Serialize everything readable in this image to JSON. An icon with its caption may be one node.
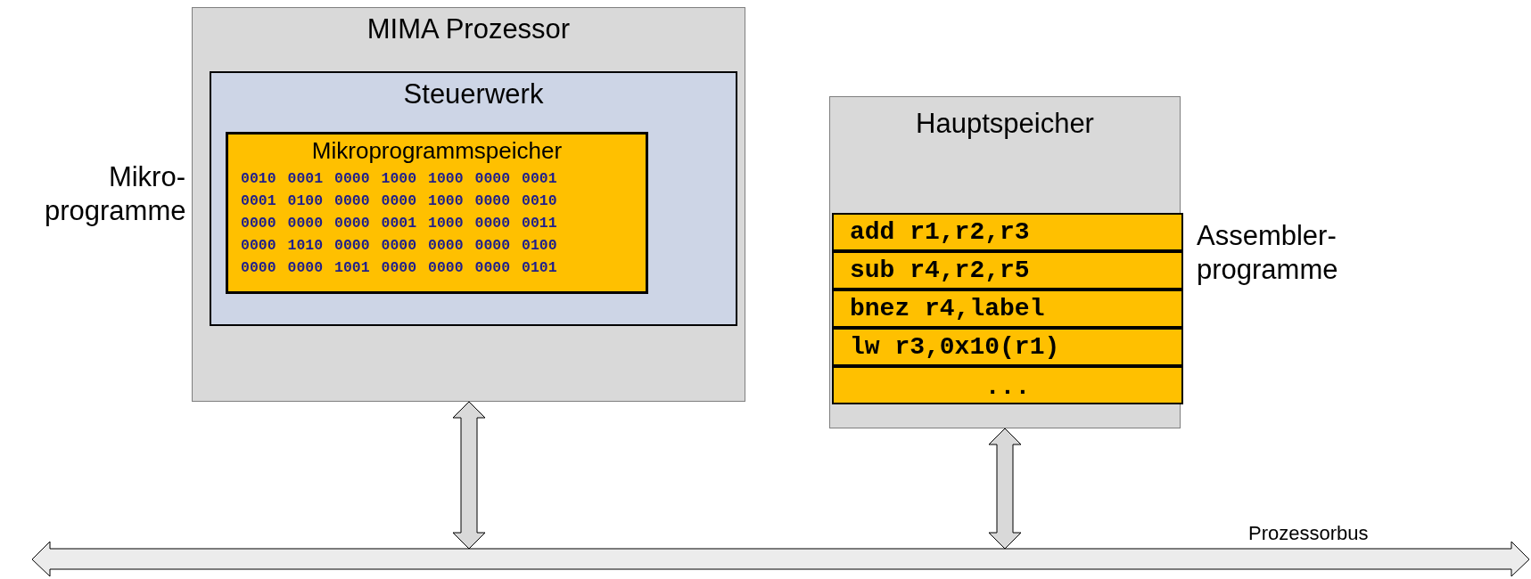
{
  "diagram": {
    "nodes": [
      {
        "text": [
          "MIMA Prozessor"
        ]
      },
      {
        "text": [
          "Steuerwerk"
        ],
        "in": 0
      },
      {
        "text": [
          "Mikroprogrammspeicher",
          "0010 0001 0000 1000 1000 0000 0001",
          "0001 0100 0000 0000 1000 0000 0010",
          "0000 0000 0000 0001 1000 0000 0011",
          "0000 1010 0000 0000 0000 0000 0100",
          "0000 0000 1001 0000 0000 0000 0101"
        ],
        "in": 1
      },
      {
        "text": [
          "Hauptspeicher"
        ]
      },
      {
        "text": [
          "add r1,r2,r3"
        ],
        "in": 3
      },
      {
        "text": [
          "sub r4,r2,r5"
        ],
        "in": 3
      },
      {
        "text": [
          "bnez r4,label"
        ],
        "in": 3
      },
      {
        "text": [
          "lw r3,0x10(r1)"
        ],
        "in": 3
      },
      {
        "text": [
          "..."
        ],
        "in": 3
      },
      {
        "text": [
          "Prozessorbus"
        ]
      }
    ],
    "edges": [
      {
        "from": 0,
        "to": 9,
        "arrow": "both"
      },
      {
        "from": 3,
        "to": 9,
        "arrow": "both"
      }
    ],
    "labels": [
      "Mikro-programme",
      "Assembler-programme"
    ]
  }
}
